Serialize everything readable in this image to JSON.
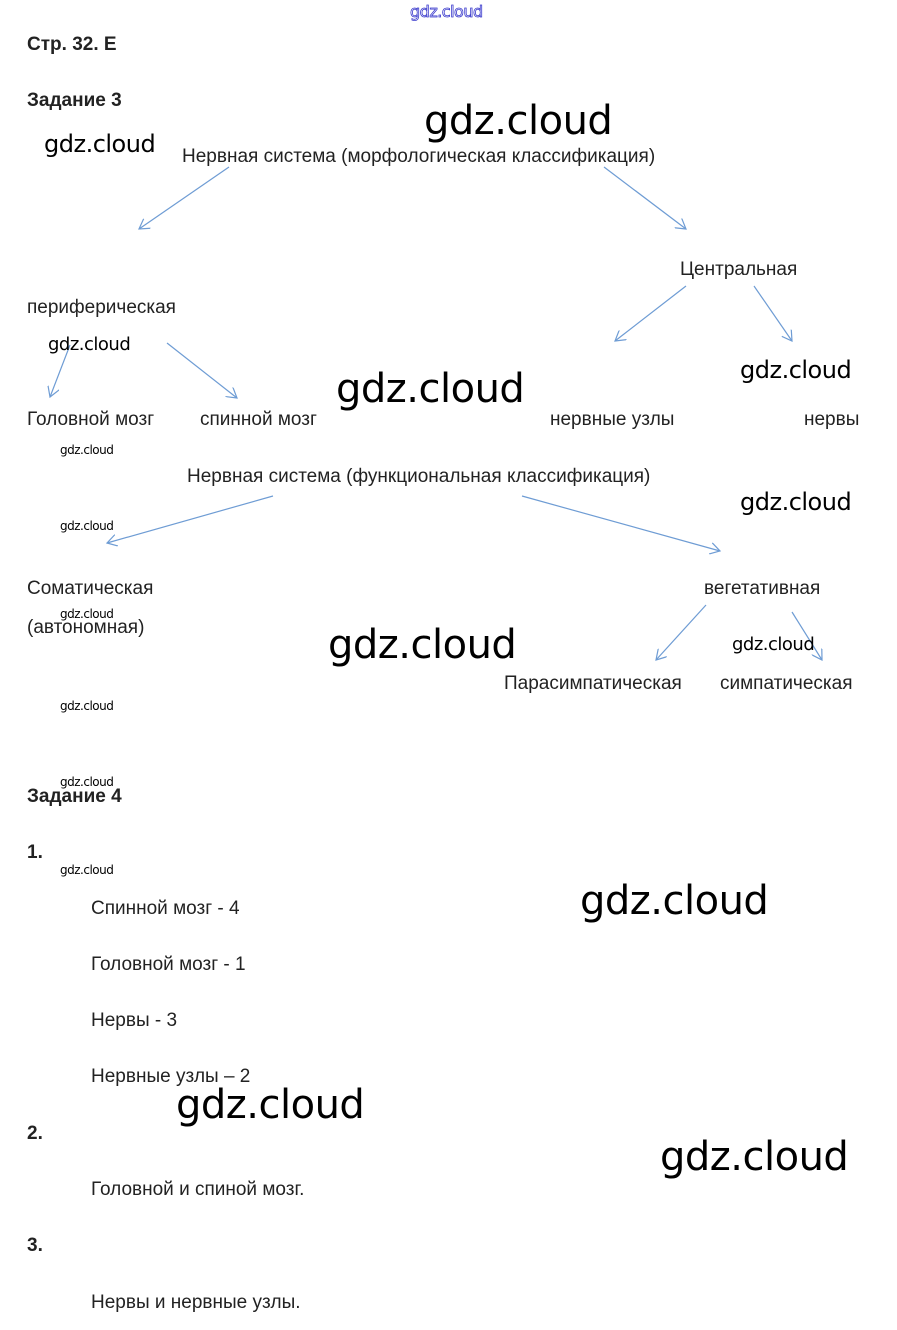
{
  "watermark": {
    "text": "gdz.cloud",
    "top_color": "#3a3acc"
  },
  "page": {
    "title": "Стр. 32. Е"
  },
  "task3": {
    "heading": "Задание 3",
    "morphological": {
      "root": "Нервная система (морфологическая классификация)",
      "left": "периферическая",
      "right": "Центральная",
      "left_children": [
        "Головной мозг",
        "спинной мозг"
      ],
      "right_children": [
        "нервные узлы",
        "нервы"
      ]
    },
    "functional": {
      "root": "Нервная система (функциональная классификация)",
      "left_line1": "Соматическая",
      "left_line2": "(автономная)",
      "right": "вегетативная",
      "right_children": [
        "Парасимпатическая",
        "симпатическая"
      ]
    },
    "arrow_color": "#6e9cd4"
  },
  "task4": {
    "heading": "Задание 4",
    "items": [
      {
        "number": "1.",
        "lines": [
          "Спинной мозг - 4",
          "Головной мозг - 1",
          "Нервы - 3",
          "Нервные узлы – 2"
        ]
      },
      {
        "number": "2.",
        "lines": [
          "Головной и спиной мозг."
        ]
      },
      {
        "number": "3.",
        "lines": [
          "Нервы и нервные узлы."
        ]
      }
    ]
  }
}
